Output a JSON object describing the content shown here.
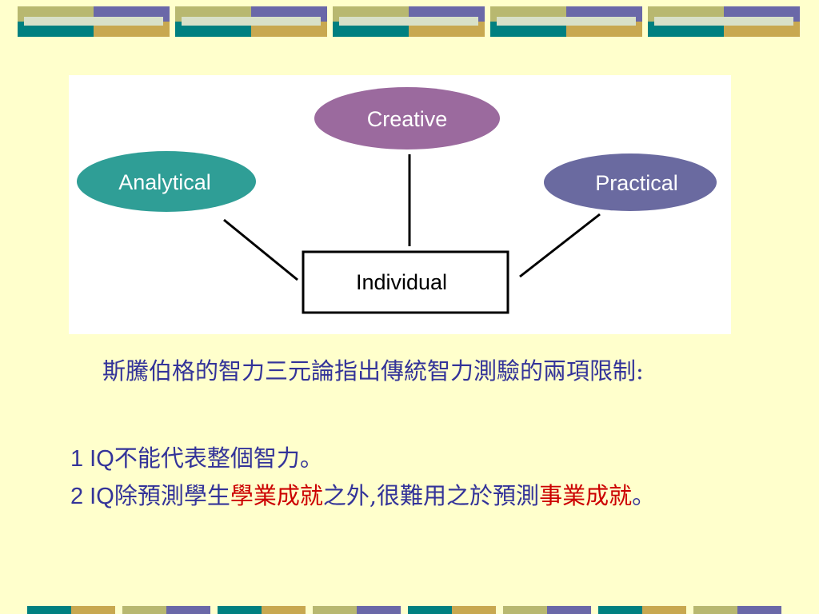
{
  "colors": {
    "background": "#ffffcc",
    "band_olive": "#b8b870",
    "band_teal": "#008080",
    "band_purple": "#6a68a8",
    "band_gold": "#c8a850",
    "band_light": "#d8e0c8",
    "text_blue": "#333399",
    "text_red": "#cc0000",
    "analytical_fill": "#2f9e96",
    "creative_fill": "#9b6a9e",
    "practical_fill": "#6a6aa0"
  },
  "diagram": {
    "nodes": {
      "creative": "Creative",
      "analytical": "Analytical",
      "practical": "Practical",
      "individual": "Individual"
    }
  },
  "paragraph": "斯騰伯格的智力三元論指出傳統智力測驗的兩項限制:",
  "items": [
    {
      "number": "1 IQ",
      "text": "不能代表整個智力。"
    },
    {
      "number": "2 IQ",
      "text_before": "除預測學生",
      "highlight1": "學業成就",
      "text_middle": "之外,很難用之於預測",
      "highlight2": "事業成就",
      "text_after": "。"
    }
  ]
}
